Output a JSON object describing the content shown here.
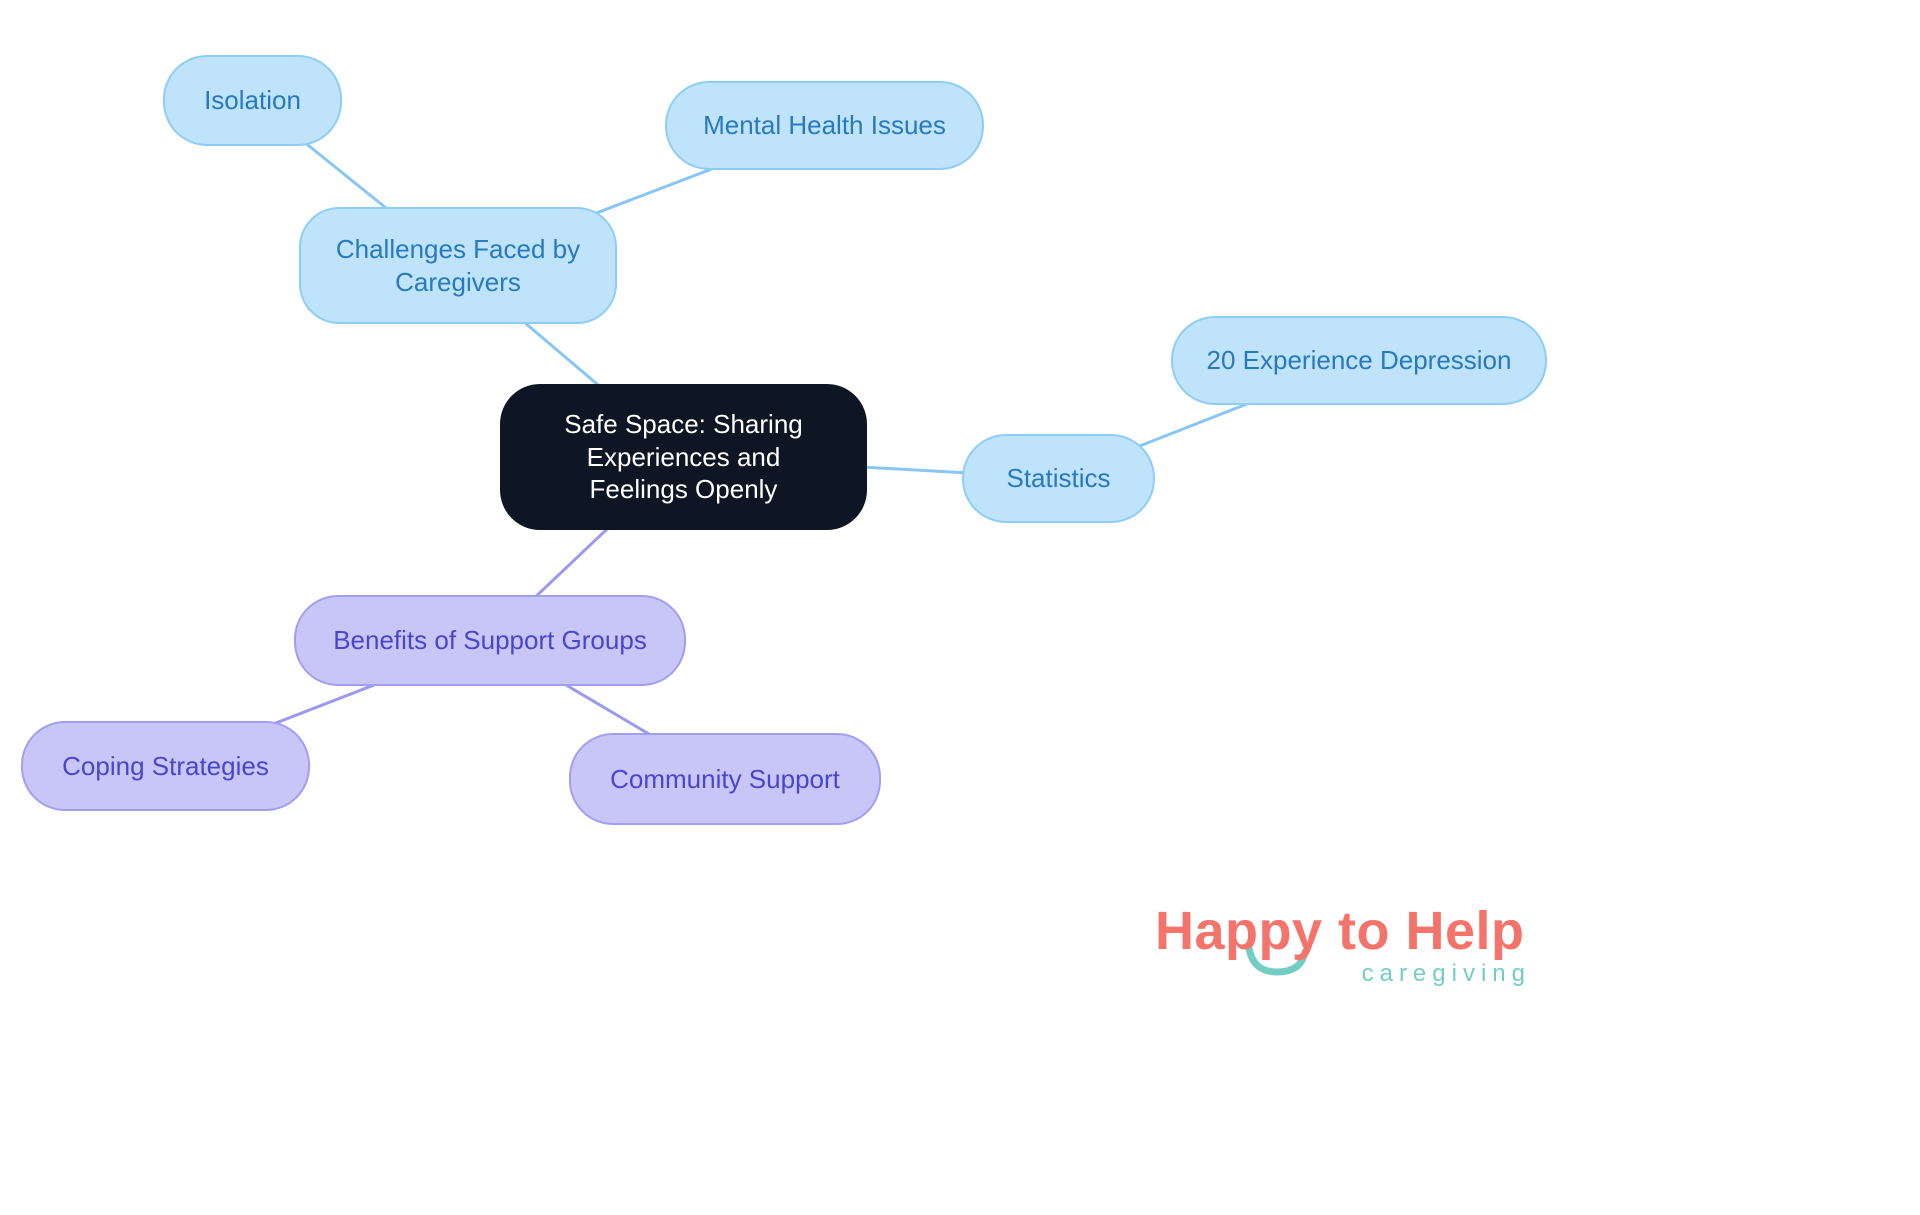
{
  "diagram": {
    "central": {
      "label": "Safe Space: Sharing Experiences and Feelings Openly"
    },
    "branches": {
      "challenges": {
        "label": "Challenges Faced by Caregivers"
      },
      "isolation": {
        "label": "Isolation"
      },
      "mental_health": {
        "label": "Mental Health Issues"
      },
      "statistics": {
        "label": "Statistics"
      },
      "depression": {
        "label": "20 Experience Depression"
      },
      "benefits": {
        "label": "Benefits of Support Groups"
      },
      "coping": {
        "label": "Coping Strategies"
      },
      "community": {
        "label": "Community Support"
      }
    }
  },
  "logo": {
    "title": "Happy to Help",
    "subtitle": "caregiving"
  },
  "colors": {
    "blue_node_bg": "#BEE3FB",
    "blue_node_border": "#8ECDF8",
    "blue_text": "#2879C0",
    "purple_node_bg": "#C8C6F7",
    "purple_node_border": "#A29EF2",
    "purple_text": "#4A45D0",
    "central_bg": "#0E1624",
    "central_text": "#FFFFFF",
    "edge_blue": "#88C6F4",
    "edge_purple": "#9C99F0",
    "logo_coral": "#F4746B",
    "logo_teal": "#74CDC5"
  }
}
